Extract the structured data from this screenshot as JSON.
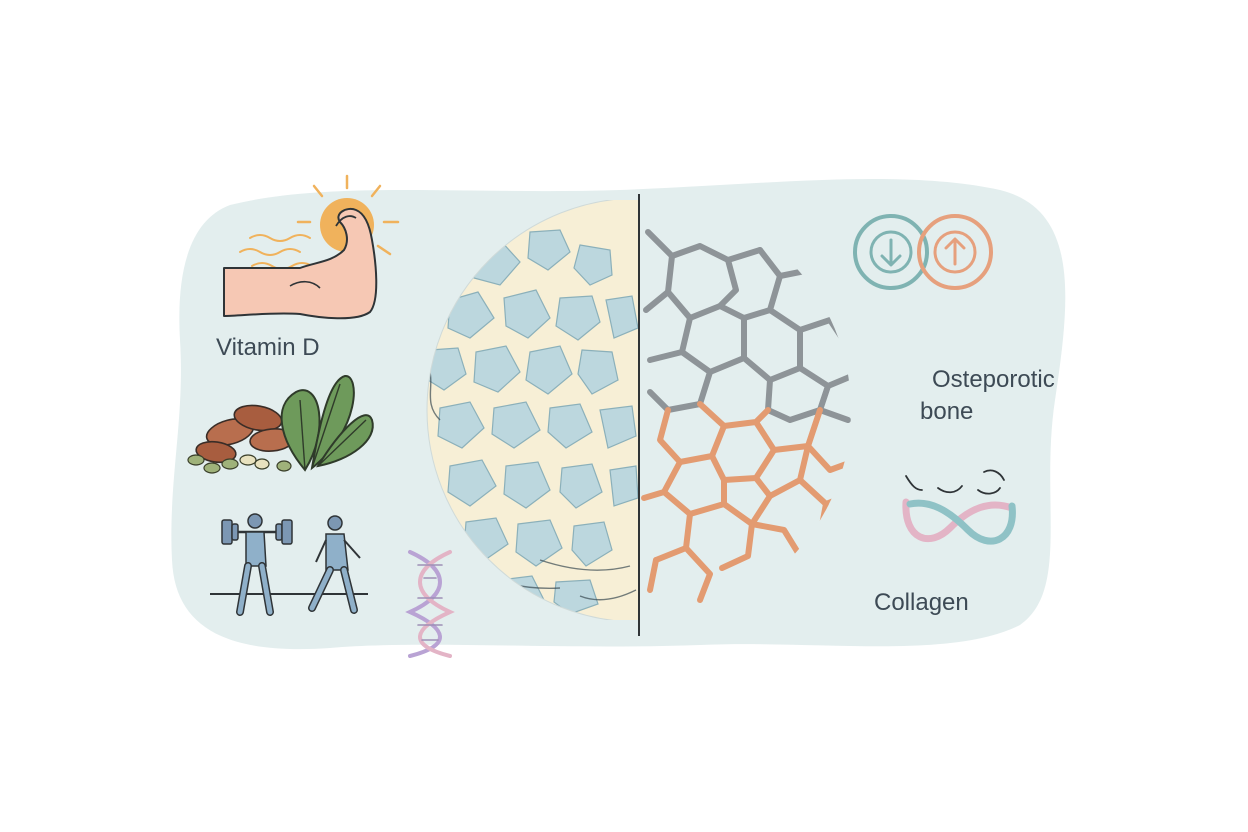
{
  "labels": {
    "vitamin_d": "Vitamin D",
    "osteoporotic_line1": "Osteporotic",
    "osteoporotic_line2": "bone",
    "collagen": "Collagen"
  },
  "icons": [
    "sun-icon",
    "flexed-arm-icon",
    "nuts-icon",
    "spinach-leaf-icon",
    "weightlifter-icon",
    "walking-person-icon",
    "dna-helix-icon",
    "bone-balance-arrows-icon",
    "collagen-strands-icon"
  ],
  "colors": {
    "background_blob": "#e3eeee",
    "healthy_trabecular": "#f7efd6",
    "healthy_pores": "#bcd7de",
    "osteoporotic_grey": "#8e9498",
    "osteoporotic_orange": "#e39b71",
    "arrow_down_teal": "#7fb3b2",
    "arrow_up_orange": "#e6a07d",
    "divider": "#2f3437",
    "text": "#3d4a55"
  }
}
